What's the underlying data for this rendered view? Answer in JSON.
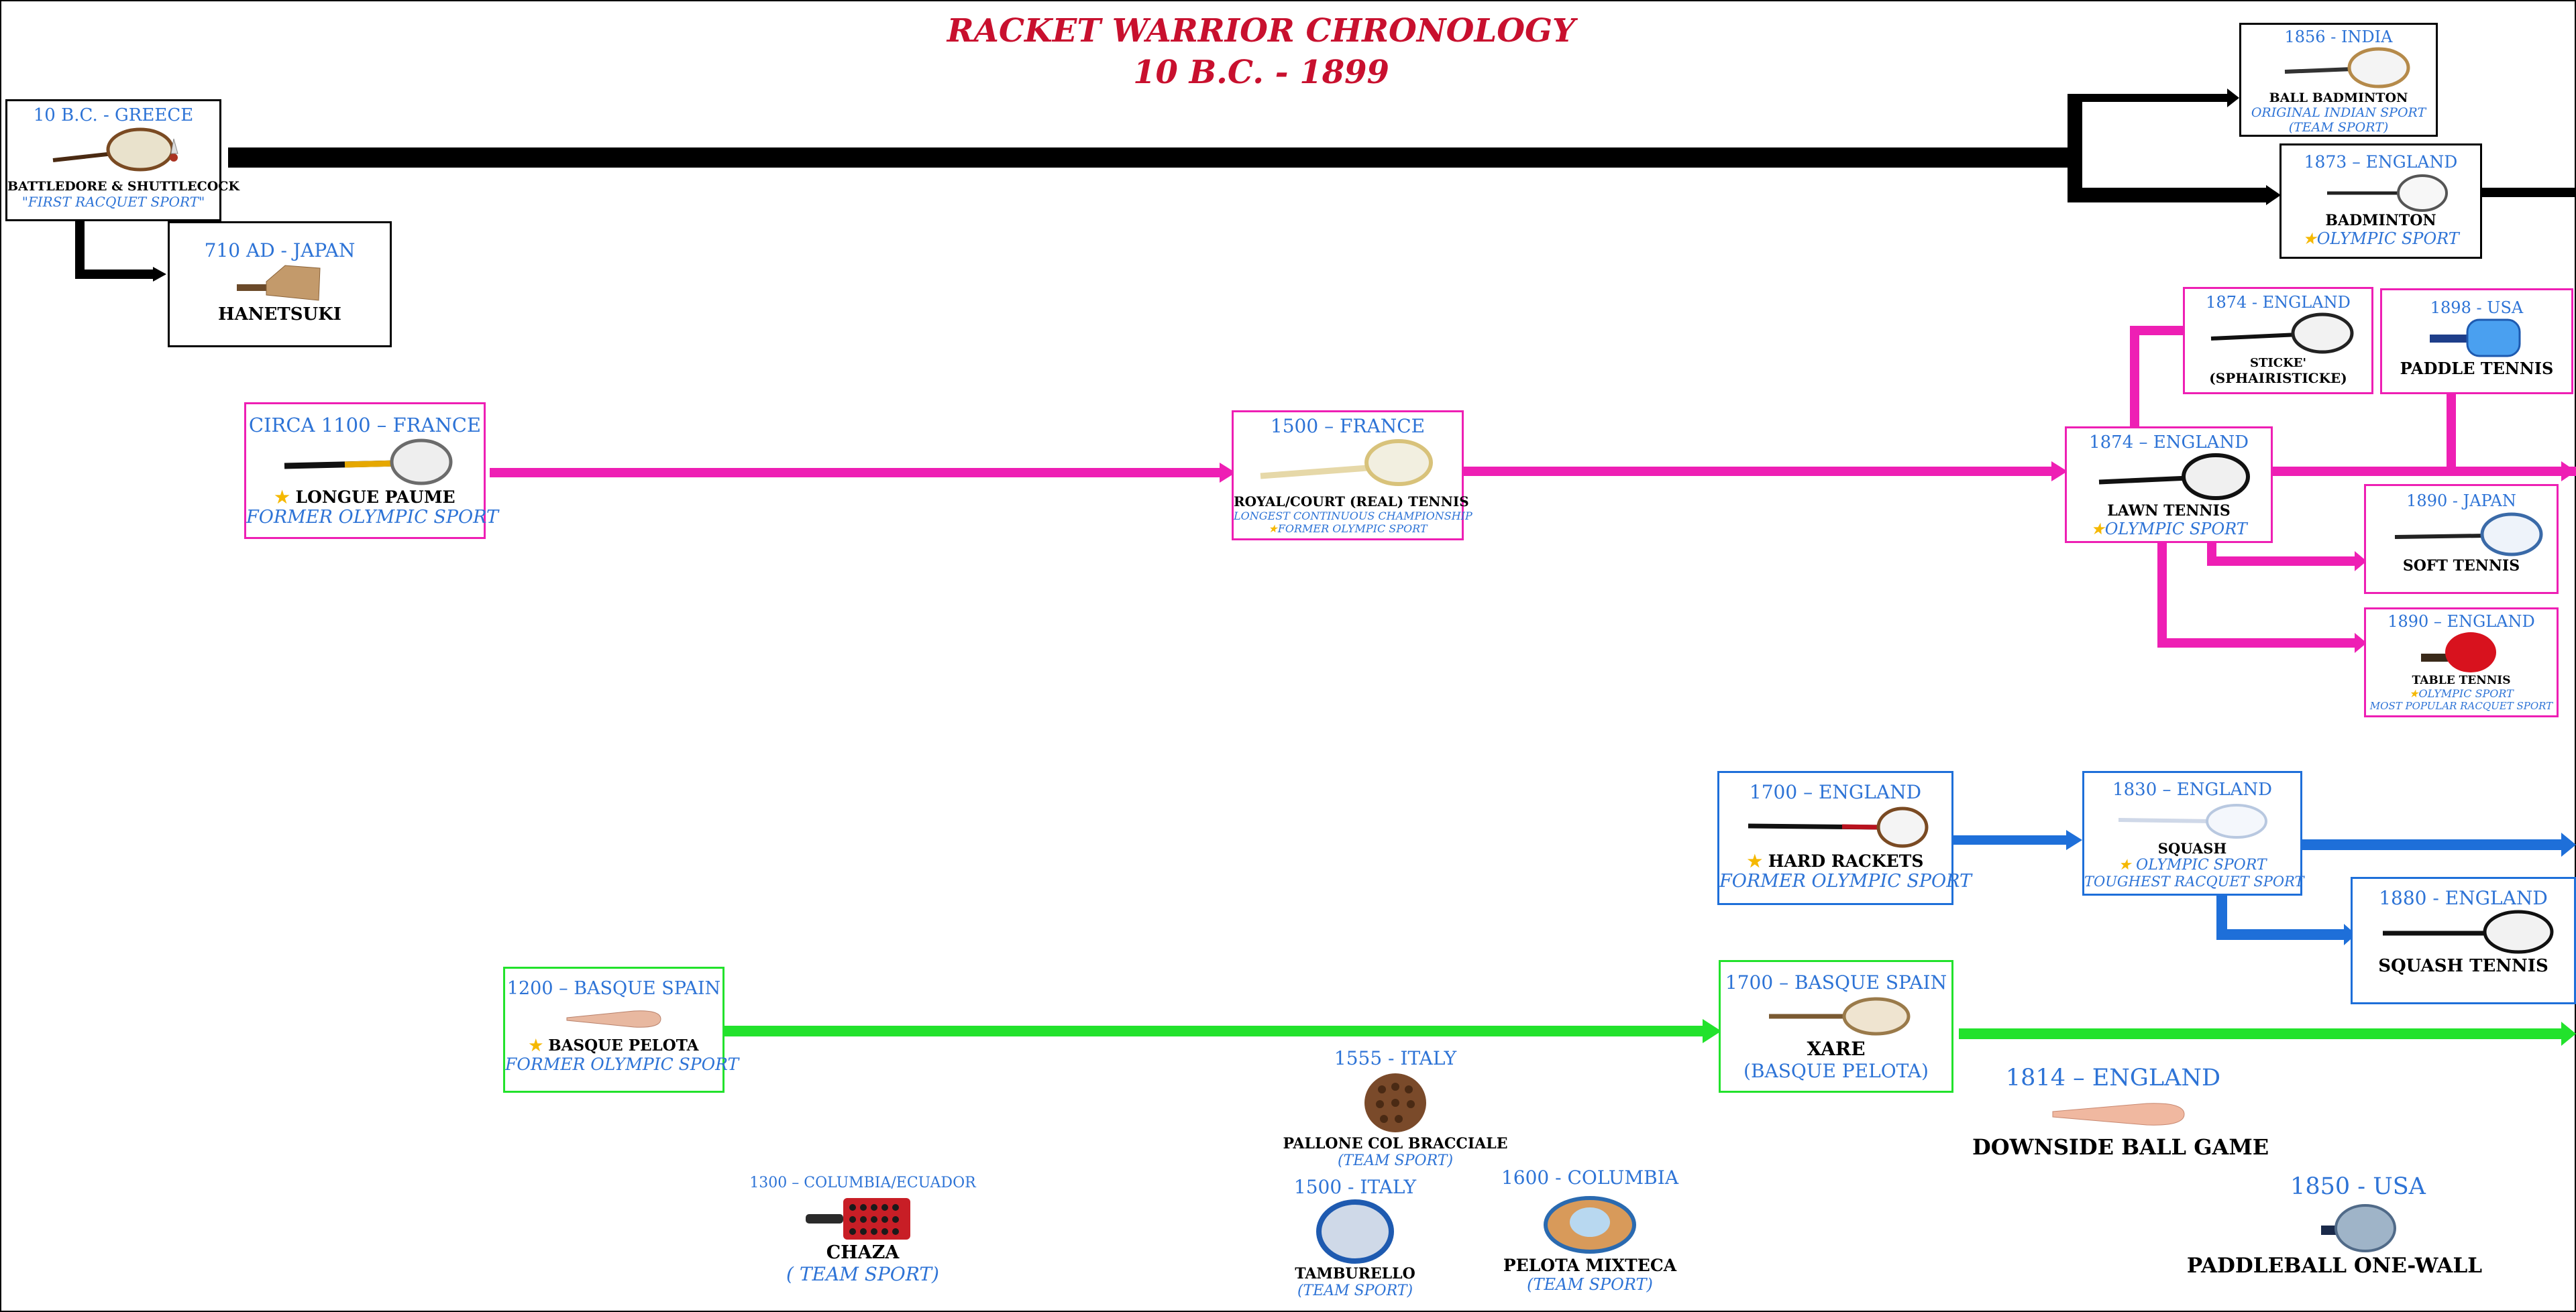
{
  "title": {
    "line1": "RACKET WARRIOR CHRONOLOGY",
    "line2": "10 B.C.  -  1899"
  },
  "colors": {
    "black": "#000000",
    "pink": "#ee1fb4",
    "blue": "#1e6fd9",
    "green": "#22e22c",
    "date_text": "#2d73d6",
    "title_text": "#c8102e",
    "star": "#f5b800"
  },
  "boxes": {
    "battledore": {
      "date": "10 B.C. - GREECE",
      "name": "BATTLEDORE & SHUTTLECOCK",
      "note": "\"FIRST RACQUET SPORT\""
    },
    "hanetsuki": {
      "date": "710 AD - JAPAN",
      "name": "HANETSUKI"
    },
    "ball_badminton": {
      "date": "1856 - INDIA",
      "name": "BALL BADMINTON",
      "note1": "ORIGINAL INDIAN SPORT",
      "note2": "(TEAM SPORT)"
    },
    "badminton": {
      "date": "1873 – ENGLAND",
      "name": "BADMINTON",
      "note": "OLYMPIC SPORT"
    },
    "longue_paume": {
      "date": "CIRCA 1100 – FRANCE",
      "name": "LONGUE PAUME",
      "note": "FORMER OLYMPIC SPORT"
    },
    "real_tennis": {
      "date": "1500 – FRANCE",
      "name": "ROYAL/COURT (REAL) TENNIS",
      "note1": "LONGEST CONTINUOUS CHAMPIONSHIP",
      "note2": "FORMER OLYMPIC SPORT"
    },
    "sticke": {
      "date": "1874 - ENGLAND",
      "name1": "STICKE'",
      "name2": "(SPHAIRISTICKE)"
    },
    "paddle_tennis": {
      "date": "1898 - USA",
      "name": "PADDLE TENNIS"
    },
    "lawn_tennis": {
      "date": "1874 – ENGLAND",
      "name": "LAWN TENNIS",
      "note": "OLYMPIC SPORT"
    },
    "soft_tennis": {
      "date": "1890 - JAPAN",
      "name": "SOFT TENNIS"
    },
    "table_tennis": {
      "date": "1890 – ENGLAND",
      "name": "TABLE TENNIS",
      "note1": "OLYMPIC SPORT",
      "note2": "MOST POPULAR RACQUET SPORT"
    },
    "hard_rackets": {
      "date": "1700 – ENGLAND",
      "name": "HARD RACKETS",
      "note": "FORMER OLYMPIC SPORT"
    },
    "squash": {
      "date": "1830 – ENGLAND",
      "name": "SQUASH",
      "note1": "OLYMPIC SPORT",
      "note2": "TOUGHEST RACQUET SPORT"
    },
    "squash_tennis": {
      "date": "1880 - ENGLAND",
      "name": "SQUASH TENNIS"
    },
    "basque_pelota": {
      "date": "1200 – BASQUE SPAIN",
      "name": "BASQUE PELOTA",
      "note": "FORMER OLYMPIC SPORT"
    },
    "xare": {
      "date": "1700 – BASQUE SPAIN",
      "name": "XARE",
      "note": "(BASQUE PELOTA)"
    }
  },
  "free": {
    "pallone": {
      "date": "1555 - ITALY",
      "name": "PALLONE COL BRACCIALE",
      "note": "(TEAM SPORT)"
    },
    "chaza": {
      "date": "1300 – COLUMBIA/ECUADOR",
      "name": "CHAZA",
      "note": "( TEAM SPORT)"
    },
    "tamburello": {
      "date": "1500 - ITALY",
      "name": "TAMBURELLO",
      "note": "(TEAM SPORT)"
    },
    "pelota_mixteca": {
      "date": "1600 - COLUMBIA",
      "name": "PELOTA MIXTECA",
      "note": "(TEAM SPORT)"
    },
    "downside": {
      "date": "1814 – ENGLAND",
      "name": "DOWNSIDE BALL GAME"
    },
    "paddleball": {
      "date": "1850 - USA",
      "name": "PADDLEBALL ONE-WALL"
    }
  }
}
